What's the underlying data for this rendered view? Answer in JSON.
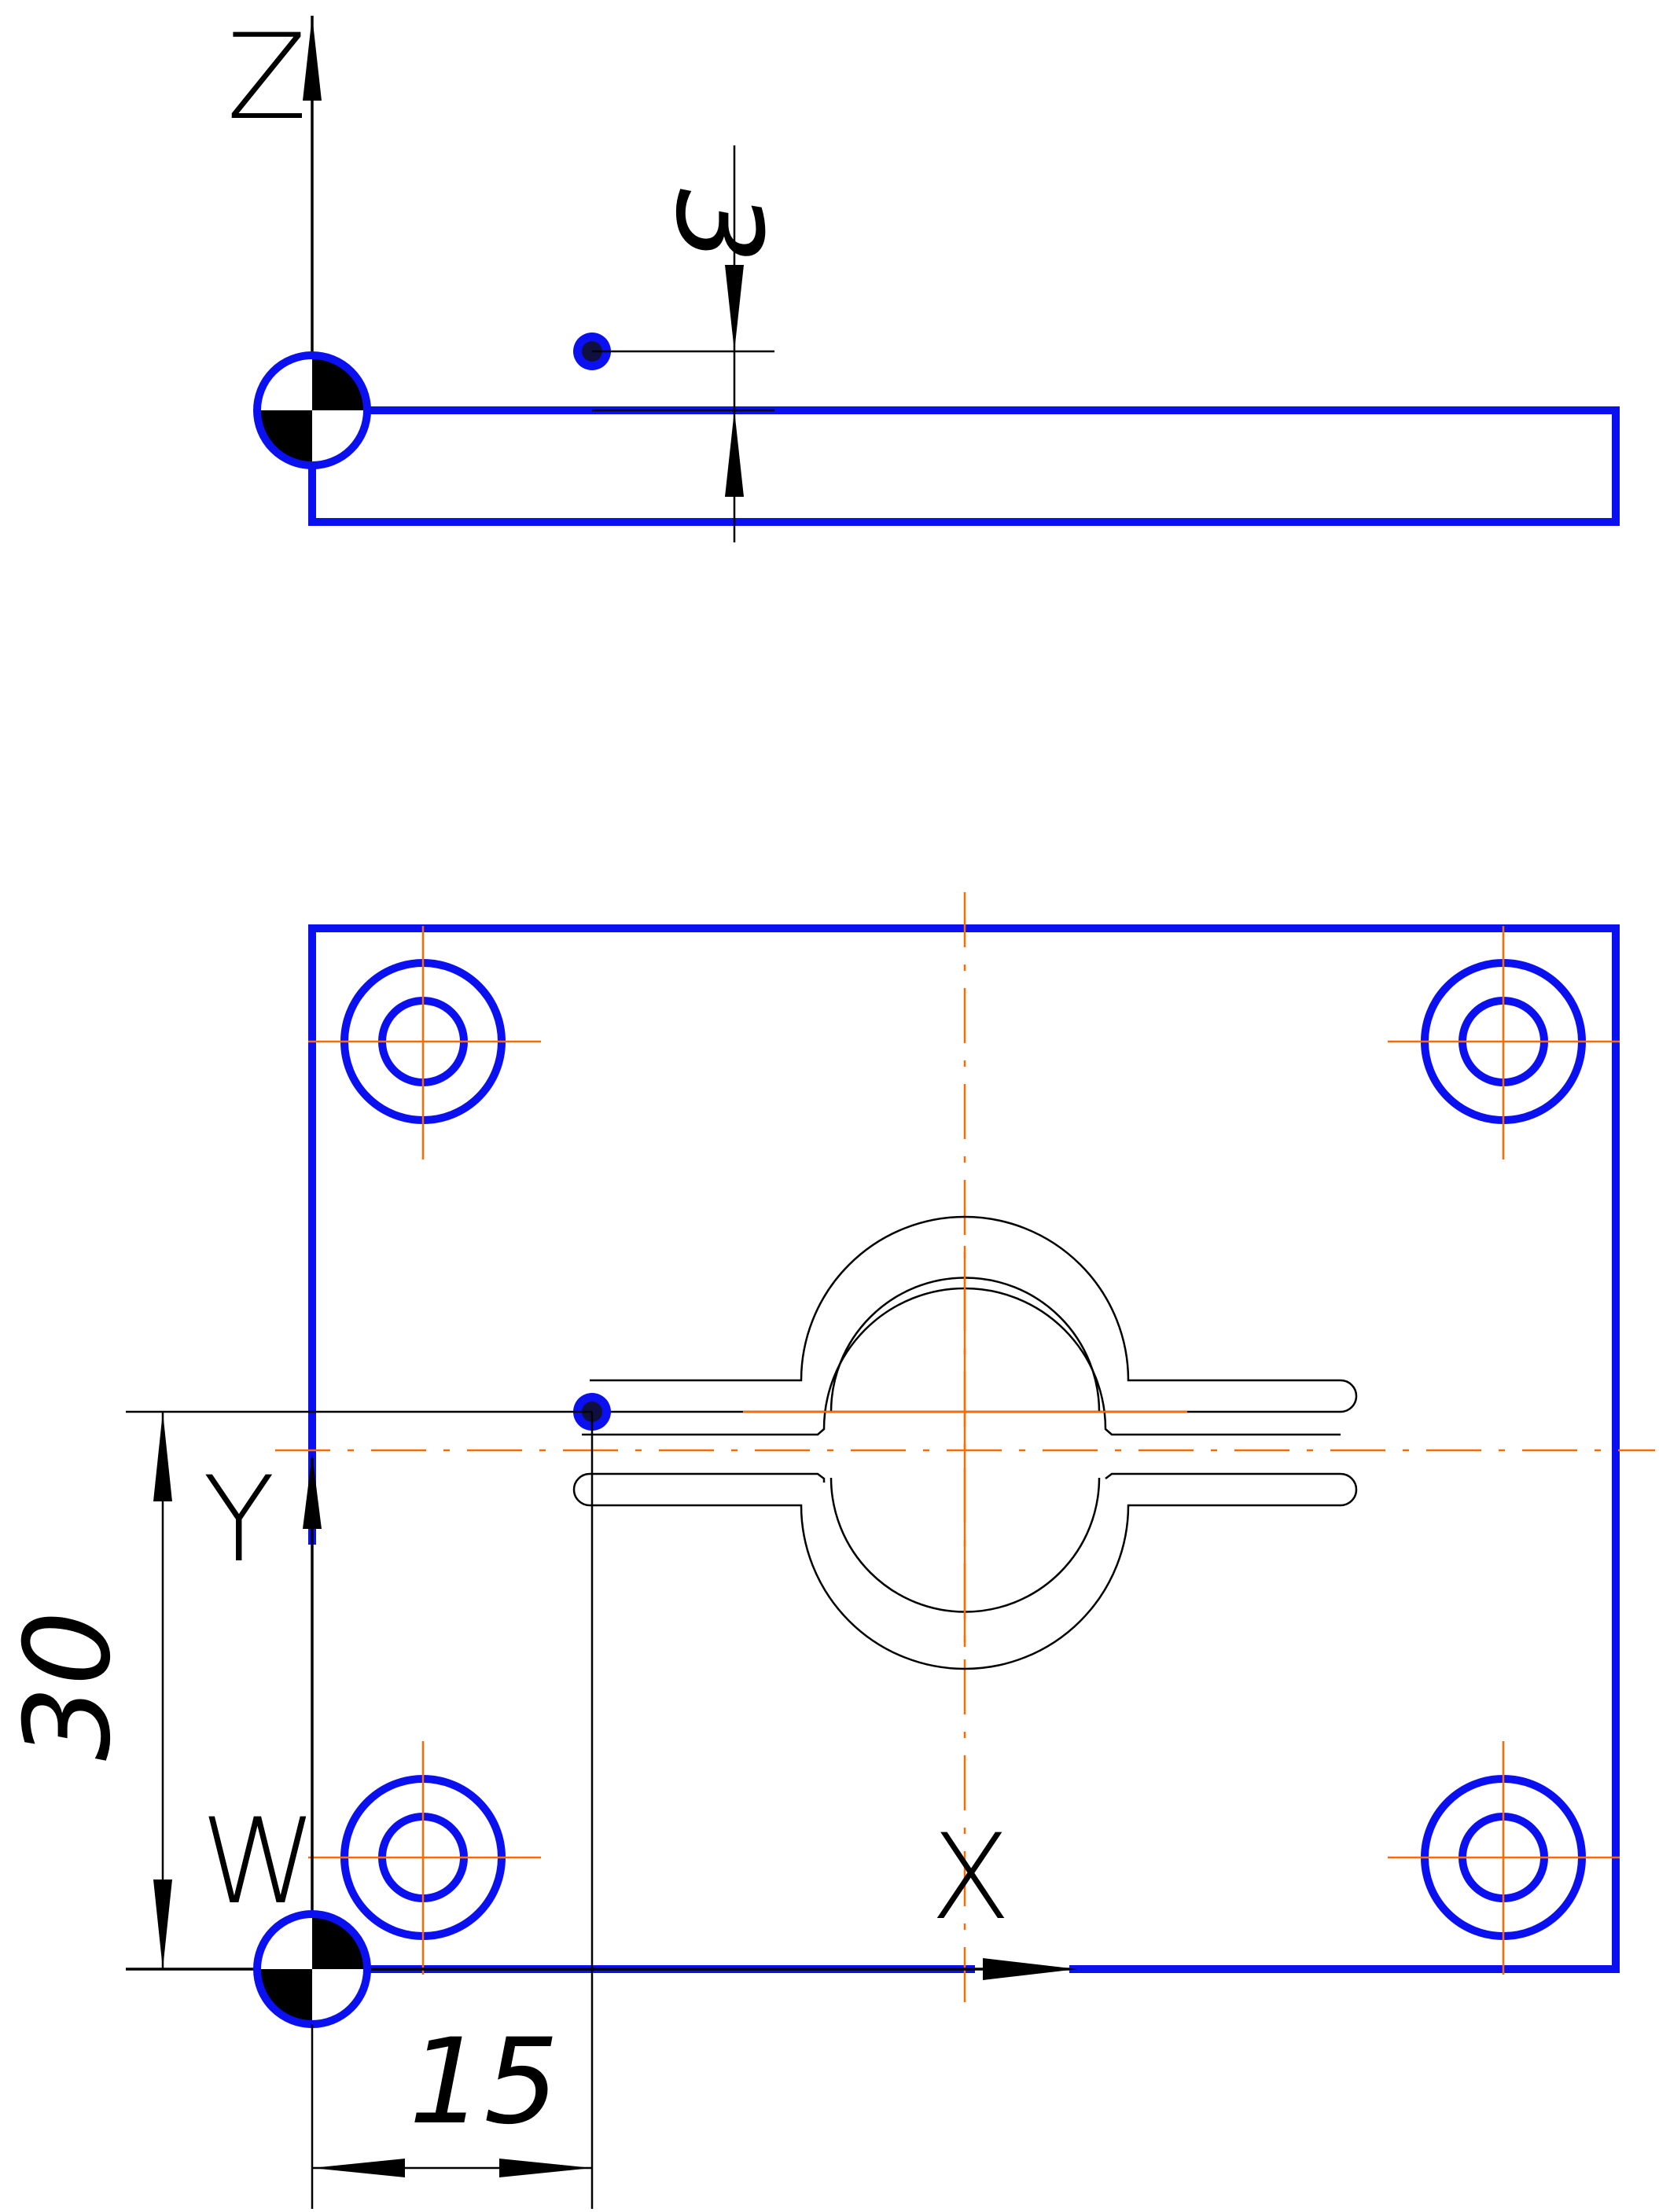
{
  "labels": {
    "axis_z": "Z",
    "axis_y": "Y",
    "axis_x": "X",
    "origin": "W"
  },
  "dimensions": {
    "height_offset": "3",
    "y_offset": "30",
    "x_offset": "15"
  },
  "colors": {
    "contour": "#0a10f0",
    "centerline": "#ff6a00",
    "annotation": "#000000"
  },
  "icons": [
    "origin-marker-icon",
    "point-marker-icon",
    "arrow-icon"
  ]
}
